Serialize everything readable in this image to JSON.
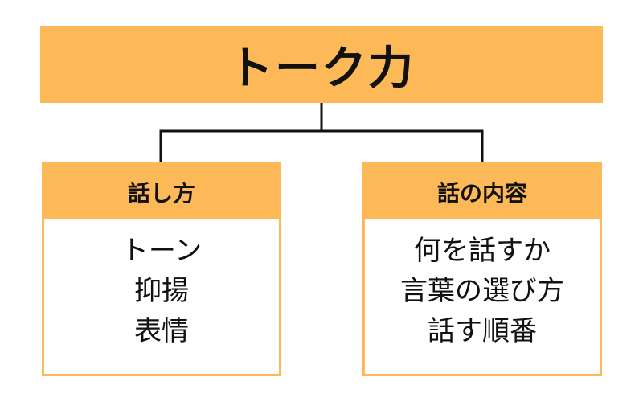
{
  "root": {
    "title": "トーク力"
  },
  "children": [
    {
      "title": "話し方",
      "items": [
        "トーン",
        "抑揚",
        "表情"
      ]
    },
    {
      "title": "話の内容",
      "items": [
        "何を話すか",
        "言葉の選び方",
        "話す順番"
      ]
    }
  ],
  "colors": {
    "accent": "#fdb957",
    "line": "#111111",
    "text": "#111111"
  }
}
